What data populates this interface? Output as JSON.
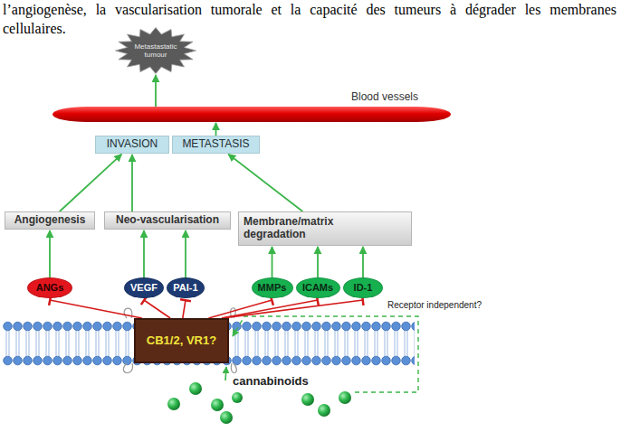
{
  "diagram": {
    "nodes": [
      {
        "text": [
          "Metastastatic tumour"
        ]
      },
      {
        "text": [
          "Blood vessels"
        ]
      },
      {
        "text": [
          "INVASION"
        ]
      },
      {
        "text": [
          "METASTASIS"
        ]
      },
      {
        "text": [
          "Angiogenesis"
        ]
      },
      {
        "text": [
          "Neo-vascularisation"
        ]
      },
      {
        "text": [
          "Membrane/matrix degradation"
        ]
      },
      {
        "text": [
          "ANGs"
        ]
      },
      {
        "text": [
          "VEGF"
        ]
      },
      {
        "text": [
          "PAI-1"
        ]
      },
      {
        "text": [
          "MMPs"
        ]
      },
      {
        "text": [
          "ICAMs"
        ]
      },
      {
        "text": [
          "ID-1"
        ]
      },
      {
        "text": [
          "CB1/2, VR1?"
        ]
      }
    ],
    "edges": [
      {
        "from": 7,
        "to": 4,
        "arrow": "to"
      },
      {
        "from": 8,
        "to": 5,
        "arrow": "to"
      },
      {
        "from": 9,
        "to": 5,
        "arrow": "to"
      },
      {
        "from": 10,
        "to": 6,
        "arrow": "to"
      },
      {
        "from": 11,
        "to": 6,
        "arrow": "to"
      },
      {
        "from": 12,
        "to": 6,
        "arrow": "to"
      },
      {
        "from": 4,
        "to": 2,
        "arrow": "to"
      },
      {
        "from": 5,
        "to": 2,
        "arrow": "to"
      },
      {
        "from": 6,
        "to": 3,
        "arrow": "to"
      },
      {
        "from": 3,
        "to": 1,
        "arrow": "to"
      },
      {
        "from": 1,
        "to": 0,
        "arrow": "to"
      },
      {
        "from": 13,
        "to": 7,
        "arrow": "to"
      },
      {
        "from": 13,
        "to": 8,
        "arrow": "to"
      },
      {
        "from": 13,
        "to": 9,
        "arrow": "to"
      },
      {
        "from": 13,
        "to": 10,
        "arrow": "to"
      },
      {
        "from": 13,
        "to": 11,
        "arrow": "to"
      },
      {
        "from": 13,
        "to": 12,
        "arrow": "to"
      }
    ],
    "labels": [
      "l’angiogenèse, la vascularisation tumorale et la capacité des tumeurs à dégrader les membranes cellulaires.",
      "Receptor independent?",
      "cannabinoids"
    ]
  }
}
